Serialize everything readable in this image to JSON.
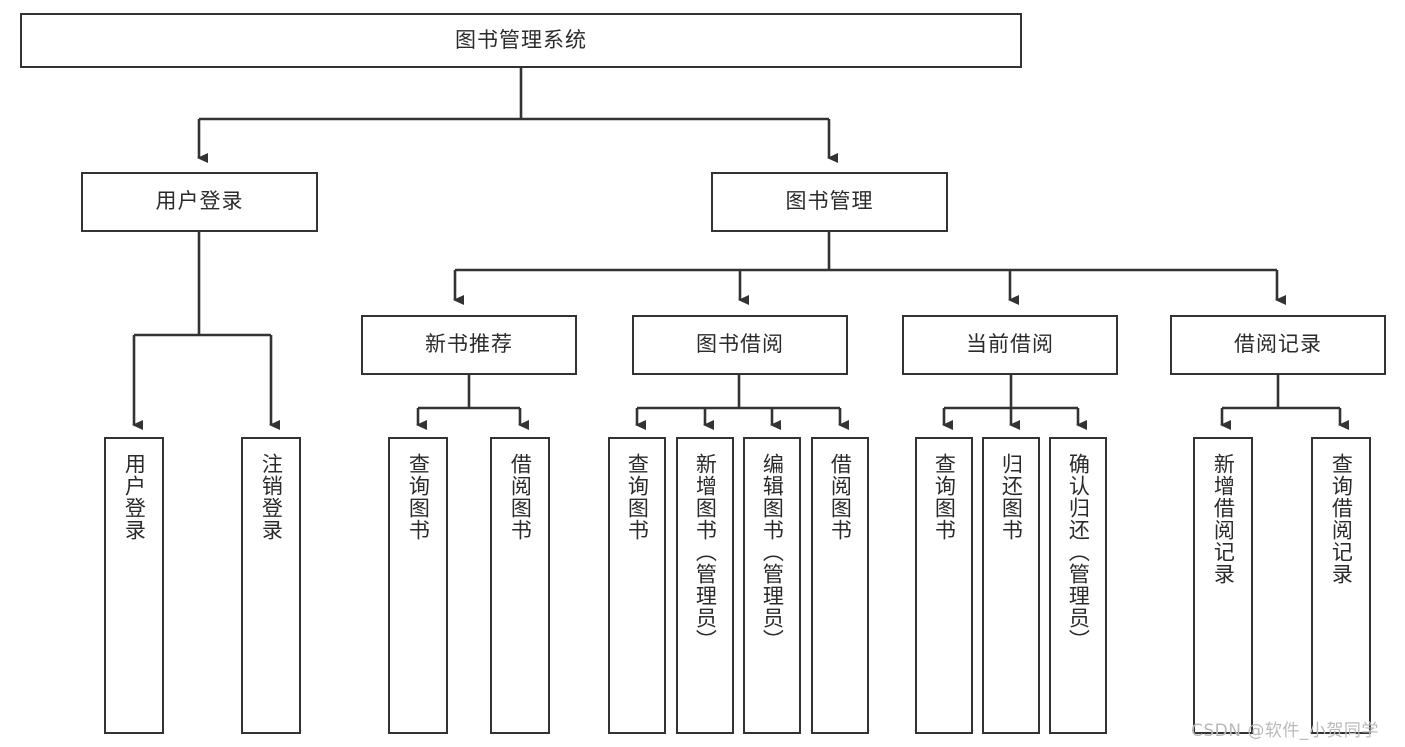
{
  "diagram": {
    "title": "图书管理系统",
    "root": {
      "id": "root",
      "label": "图书管理系统",
      "orientation": "horizontal"
    },
    "level1": [
      {
        "id": "user-login",
        "label": "用户登录",
        "orientation": "horizontal"
      },
      {
        "id": "book-management",
        "label": "图书管理",
        "orientation": "horizontal"
      }
    ],
    "level2": [
      {
        "id": "new-book-recommend",
        "label": "新书推荐",
        "orientation": "horizontal",
        "parent": "book-management"
      },
      {
        "id": "book-borrow",
        "label": "图书借阅",
        "orientation": "horizontal",
        "parent": "book-management"
      },
      {
        "id": "current-borrow",
        "label": "当前借阅",
        "orientation": "horizontal",
        "parent": "book-management"
      },
      {
        "id": "borrow-record",
        "label": "借阅记录",
        "orientation": "horizontal",
        "parent": "book-management"
      }
    ],
    "leaves": [
      {
        "id": "leaf-user-login",
        "label": "用户登录",
        "orientation": "vertical",
        "parent": "user-login"
      },
      {
        "id": "leaf-user-logout",
        "label": "注销登录",
        "orientation": "vertical",
        "parent": "user-login"
      },
      {
        "id": "leaf-query-book-1",
        "label": "查询图书",
        "orientation": "vertical",
        "parent": "new-book-recommend"
      },
      {
        "id": "leaf-borrow-book-1",
        "label": "借阅图书",
        "orientation": "vertical",
        "parent": "new-book-recommend"
      },
      {
        "id": "leaf-query-book-2",
        "label": "查询图书",
        "orientation": "vertical",
        "parent": "book-borrow"
      },
      {
        "id": "leaf-add-book",
        "label": "新增图书（管理员）",
        "orientation": "vertical",
        "parent": "book-borrow"
      },
      {
        "id": "leaf-edit-book",
        "label": "编辑图书（管理员）",
        "orientation": "vertical",
        "parent": "book-borrow"
      },
      {
        "id": "leaf-borrow-book-2",
        "label": "借阅图书",
        "orientation": "vertical",
        "parent": "book-borrow"
      },
      {
        "id": "leaf-query-book-3",
        "label": "查询图书",
        "orientation": "vertical",
        "parent": "current-borrow"
      },
      {
        "id": "leaf-return-book",
        "label": "归还图书",
        "orientation": "vertical",
        "parent": "current-borrow"
      },
      {
        "id": "leaf-confirm-return",
        "label": "确认归还（管理员）",
        "orientation": "vertical",
        "parent": "current-borrow"
      },
      {
        "id": "leaf-add-record",
        "label": "新增借阅记录",
        "orientation": "vertical",
        "parent": "borrow-record"
      },
      {
        "id": "leaf-query-record",
        "label": "查询借阅记录",
        "orientation": "vertical",
        "parent": "borrow-record"
      }
    ],
    "colors": {
      "stroke": "#333333",
      "background": "#ffffff",
      "text": "#2b2b2b",
      "watermark": "#b9b9b9"
    }
  },
  "watermark": {
    "text": "CSDN @软件_小贺同学"
  }
}
